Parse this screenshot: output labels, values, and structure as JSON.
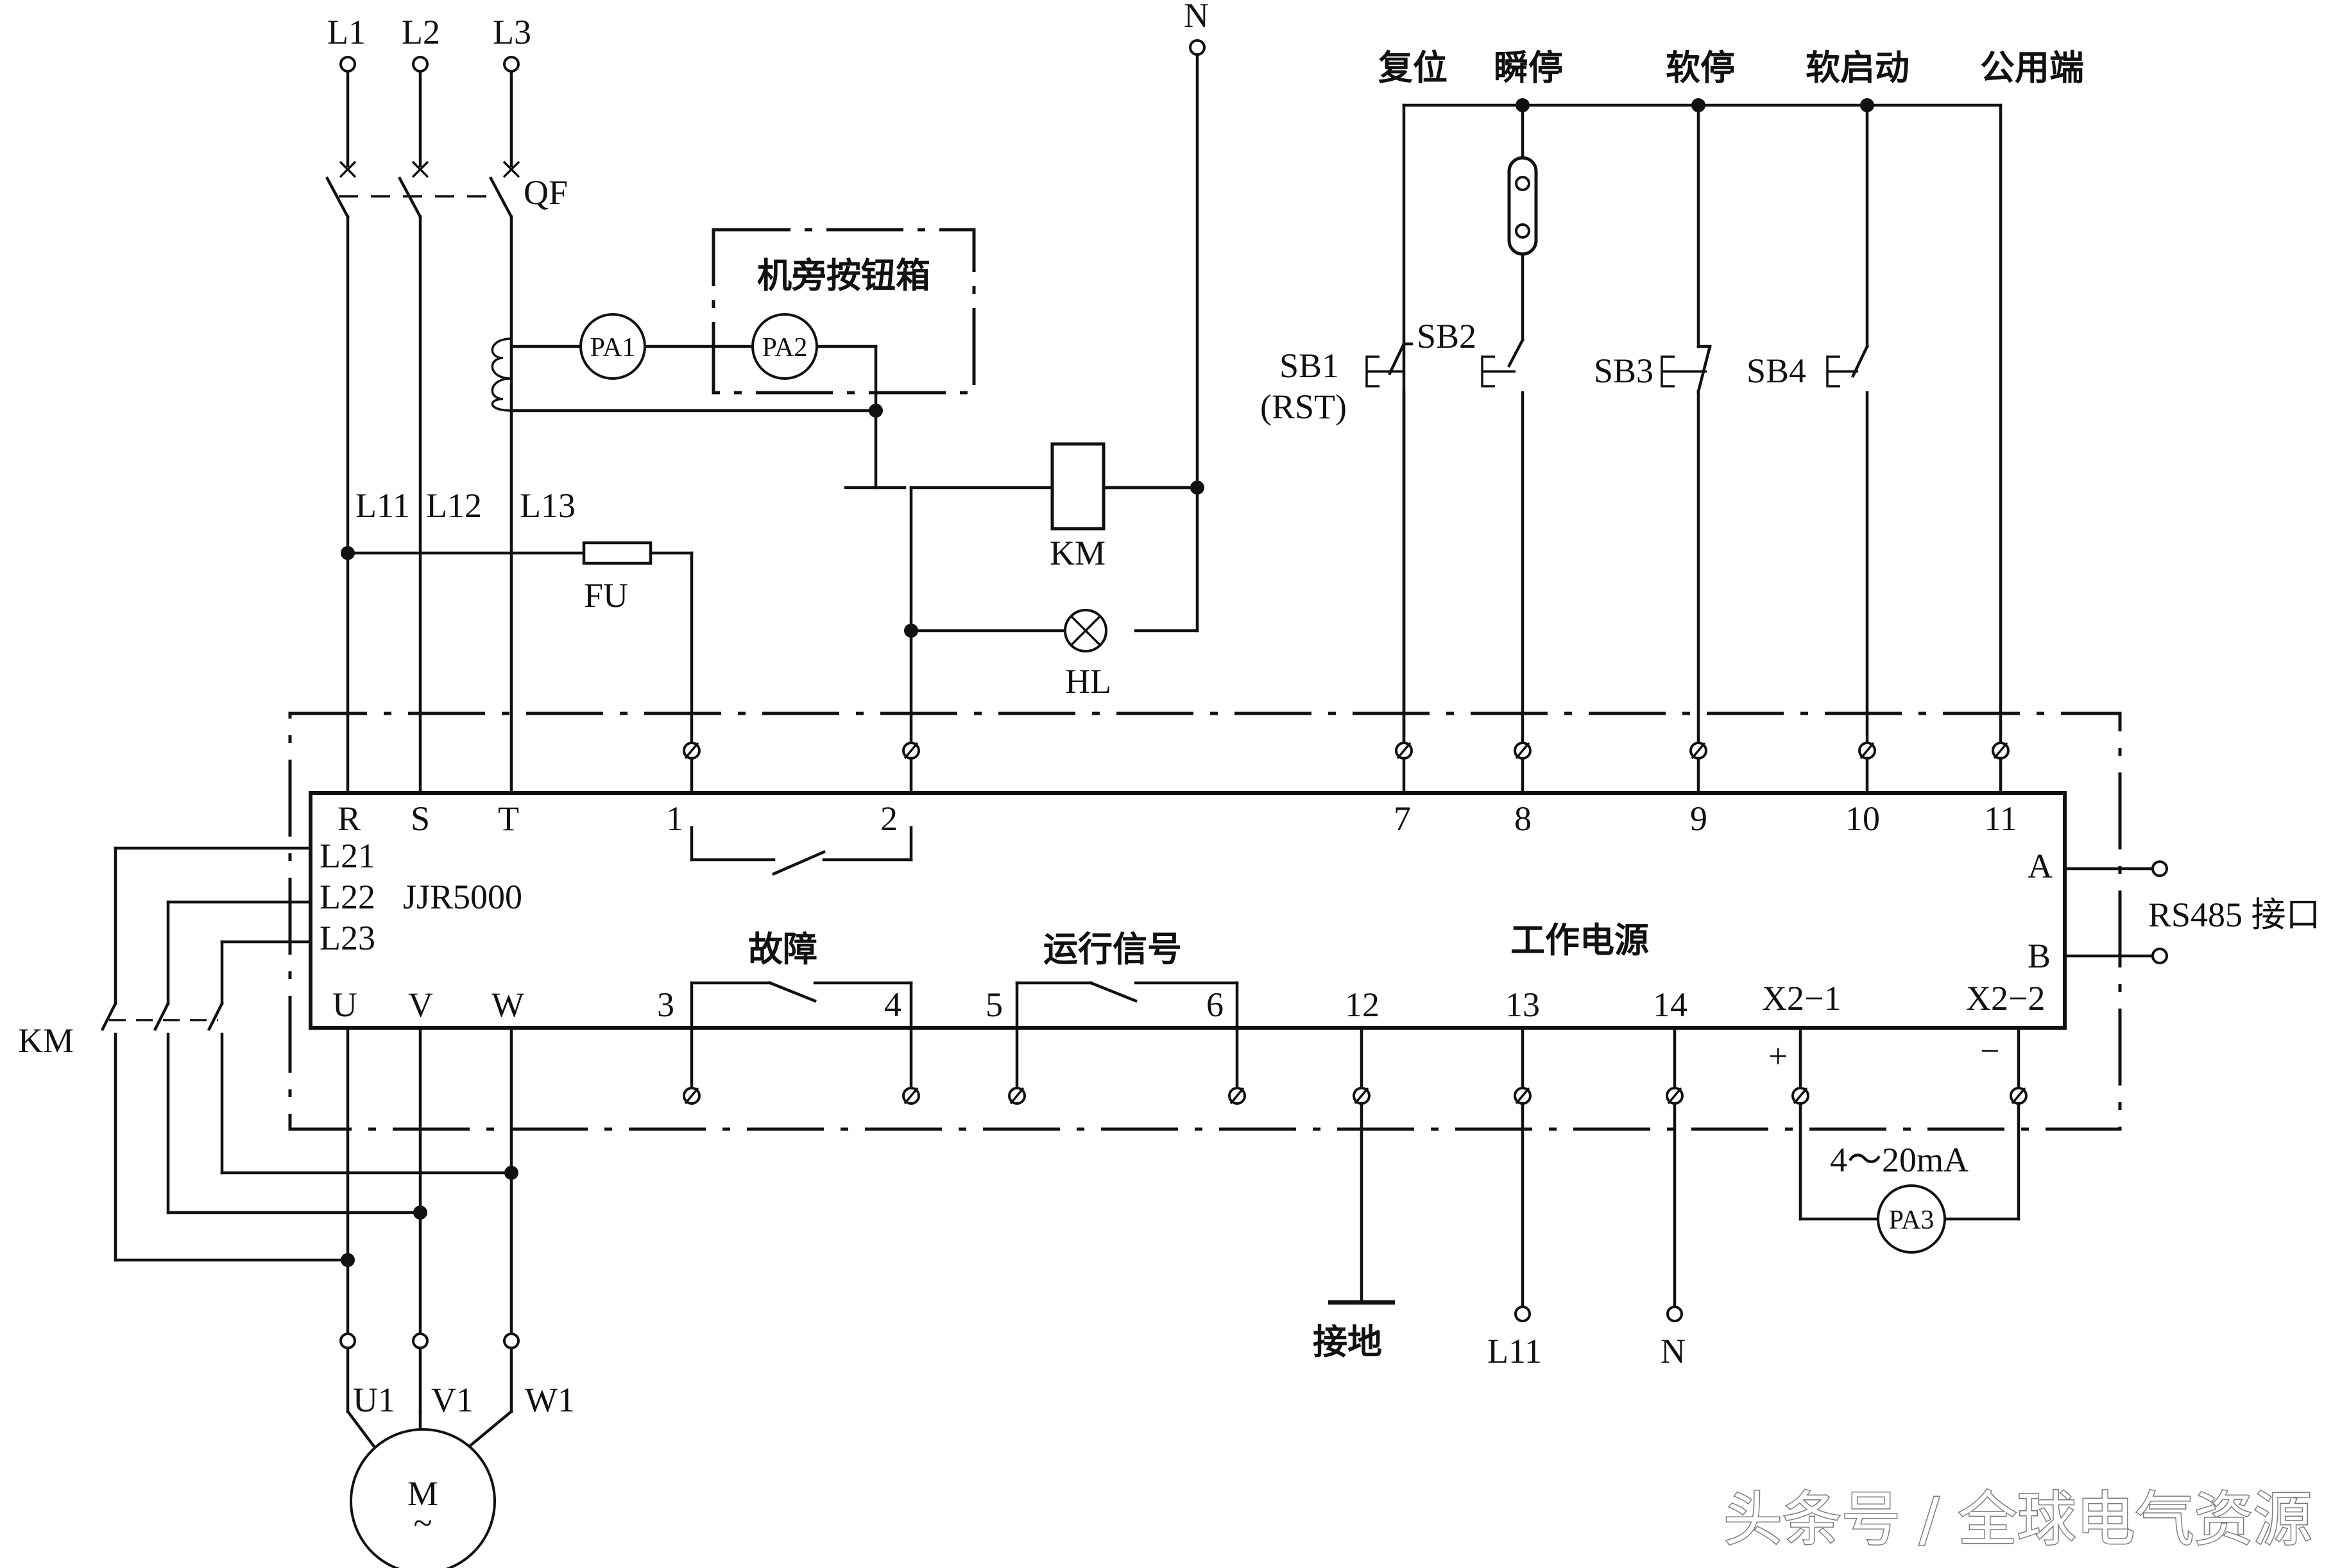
{
  "supply": {
    "l1": "L1",
    "l2": "L2",
    "l3": "L3",
    "n": "N",
    "qf": "QF"
  },
  "branch": {
    "l11": "L11",
    "l12": "L12",
    "l13": "L13",
    "fu": "FU",
    "km": "KM",
    "hl": "HL"
  },
  "button_box": {
    "title": "机旁按钮箱",
    "pa1": "PA1",
    "pa2": "PA2"
  },
  "controls": {
    "reset": "复位",
    "instant_stop": "瞬停",
    "soft_stop": "软停",
    "soft_start": "软启动",
    "common": "公用端",
    "sb1": "SB1",
    "sb1_sub": "(RST)",
    "sb2": "SB2",
    "sb3": "SB3",
    "sb4": "SB4"
  },
  "unit": {
    "model": "JJR5000",
    "r": "R",
    "s": "S",
    "t": "T",
    "l21": "L21",
    "l22": "L22",
    "l23": "L23",
    "u": "U",
    "v": "V",
    "w": "W",
    "t1": "1",
    "t2": "2",
    "t3": "3",
    "t4": "4",
    "t5": "5",
    "t6": "6",
    "t7": "7",
    "t8": "8",
    "t9": "9",
    "t10": "10",
    "t11": "11",
    "t12": "12",
    "t13": "13",
    "t14": "14",
    "x21": "X2−1",
    "x22": "X2−2",
    "fault": "故障",
    "run_signal": "运行信号",
    "work_power": "工作电源",
    "a": "A",
    "b": "B",
    "plus": "+",
    "minus": "−"
  },
  "rs485": "RS485 接口",
  "analog": {
    "range": "4～20mA",
    "pa3": "PA3"
  },
  "bottom": {
    "ground": "接地",
    "l11": "L11",
    "n": "N"
  },
  "motor": {
    "u1": "U1",
    "v1": "V1",
    "w1": "W1",
    "m": "M",
    "tilde": "~"
  },
  "km_left": "KM",
  "watermark": "头条号 / 全球电气资源"
}
